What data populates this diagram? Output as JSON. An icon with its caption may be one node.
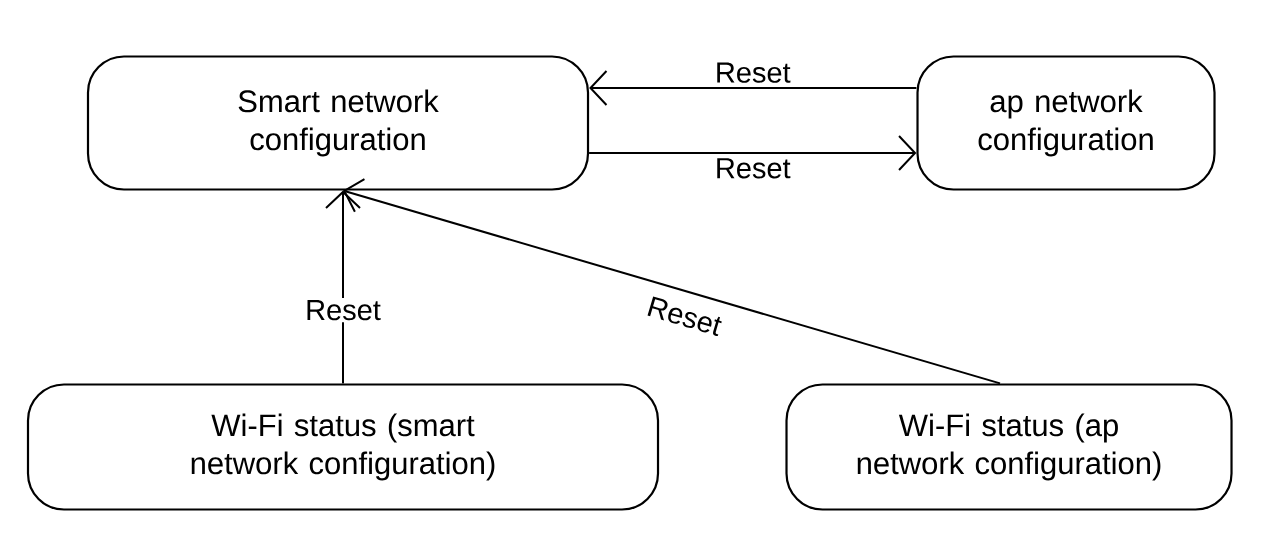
{
  "diagram": {
    "nodes": [
      {
        "text": [
          "Smart network configuration"
        ]
      },
      {
        "text": [
          "ap network configuration"
        ]
      },
      {
        "text": [
          "Wi-Fi status (smart network configuration)"
        ]
      },
      {
        "text": [
          "Wi-Fi status (ap network configuration)"
        ]
      }
    ],
    "edges": [
      {
        "from": 1,
        "to": 0,
        "arrow": "to",
        "label": "Reset"
      },
      {
        "from": 0,
        "to": 1,
        "arrow": "to",
        "label": "Reset"
      },
      {
        "from": 2,
        "to": 0,
        "arrow": "to",
        "label": "Reset"
      },
      {
        "from": 3,
        "to": 0,
        "arrow": "to",
        "label": "Reset"
      }
    ]
  }
}
